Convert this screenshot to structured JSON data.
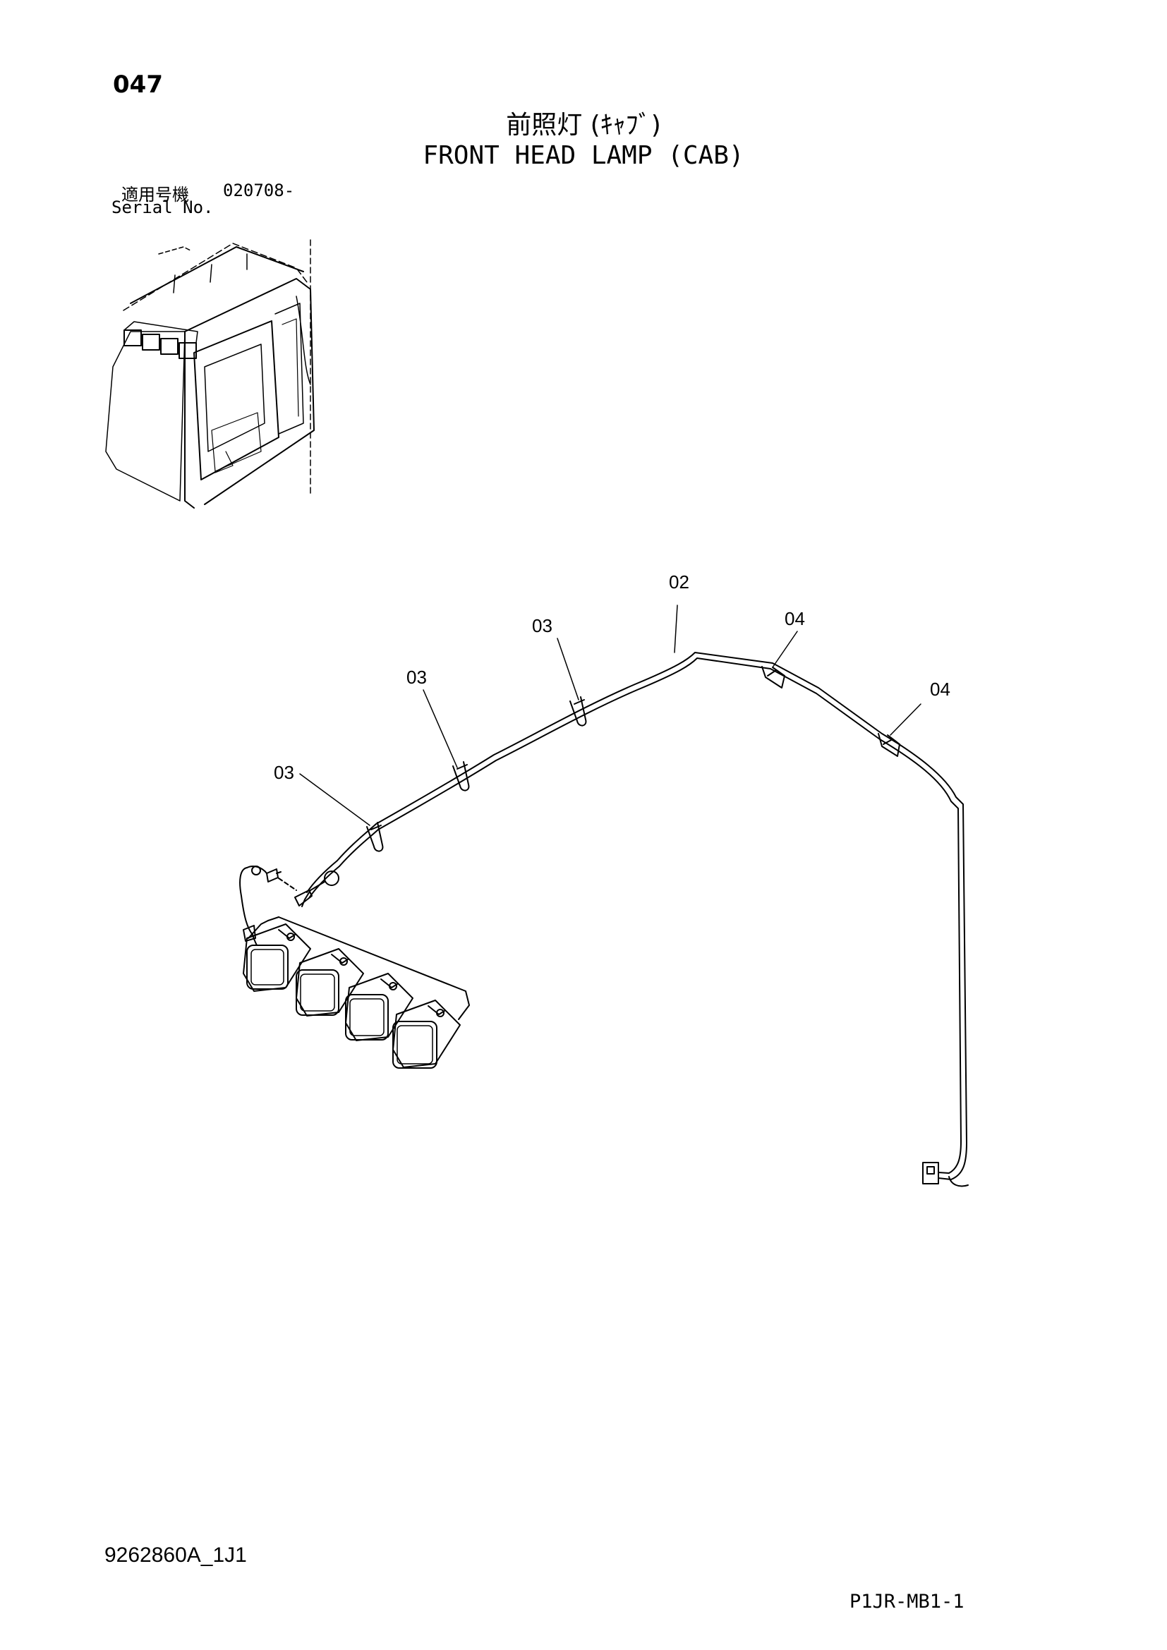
{
  "page": {
    "number": "047",
    "title_jp": "前照灯 (ｷｬﾌﾞ)",
    "title_en": "FRONT HEAD LAMP (CAB)",
    "serial_label_jp": "適用号機",
    "serial_value": "020708-",
    "serial_label_en": "Serial No.",
    "doc_code": "9262860A_1J1",
    "sheet_code": "P1JR-MB1-1"
  },
  "callouts": [
    {
      "id": "c02",
      "label": "02"
    },
    {
      "id": "c03a",
      "label": "03"
    },
    {
      "id": "c03b",
      "label": "03"
    },
    {
      "id": "c03c",
      "label": "03"
    },
    {
      "id": "c04a",
      "label": "04"
    },
    {
      "id": "c04b",
      "label": "04"
    }
  ]
}
